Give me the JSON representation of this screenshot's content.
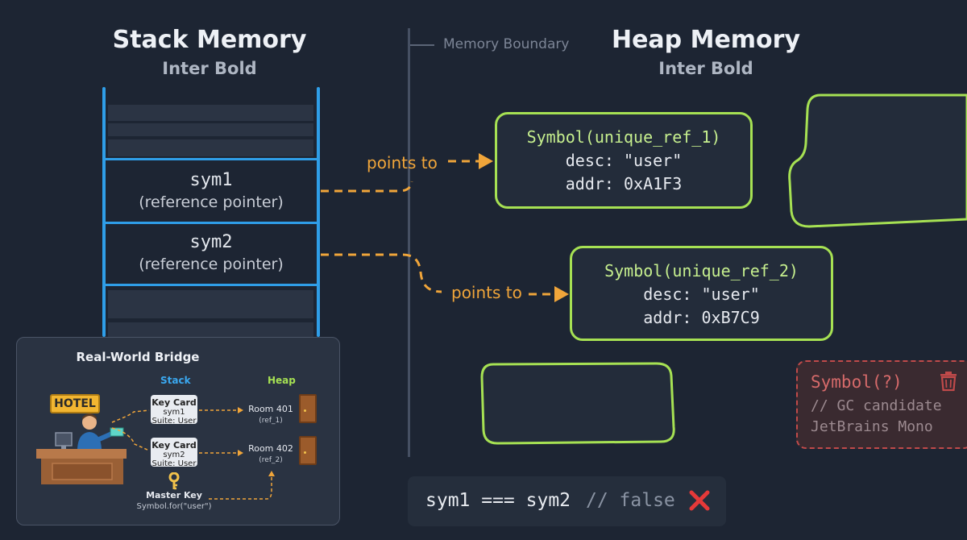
{
  "stack": {
    "title": "Stack Memory",
    "subtitle": "Inter Bold",
    "slots": [
      {
        "name": "sym1",
        "sub": "(reference pointer)"
      },
      {
        "name": "sym2",
        "sub": "(reference pointer)"
      }
    ]
  },
  "boundary": {
    "label": "Memory Boundary"
  },
  "heap": {
    "title": "Heap Memory",
    "subtitle": "Inter Bold",
    "objects": [
      {
        "symbol": "Symbol(unique_ref_1)",
        "desc": "desc: \"user\"",
        "addr": "addr: 0xA1F3"
      },
      {
        "symbol": "Symbol(unique_ref_2)",
        "desc": "desc: \"user\"",
        "addr": "addr: 0xB7C9"
      }
    ]
  },
  "arrows": {
    "label_1": "points to",
    "label_2": "points to"
  },
  "gc": {
    "symbol": "Symbol(?)",
    "comment": "// GC candidate",
    "font_note": "JetBrains Mono"
  },
  "comparison": {
    "code": "sym1 === sym2",
    "comment": "// false"
  },
  "bridge": {
    "title": "Real-World Bridge",
    "stack_label": "Stack",
    "heap_label": "Heap",
    "hotel_sign": "HOTEL",
    "cards": [
      {
        "title": "Key Card",
        "line1": "sym1",
        "line2": "Suite: User"
      },
      {
        "title": "Key Card",
        "line1": "sym2",
        "line2": "Suite: User"
      }
    ],
    "rooms": [
      {
        "name": "Room 401",
        "ref": "(ref_1)"
      },
      {
        "name": "Room 402",
        "ref": "(ref_2)"
      }
    ],
    "master_key": "Master Key",
    "master_key_code": "Symbol.for(\"user\")"
  },
  "colors": {
    "background": "#1d2533",
    "stack_accent": "#2f9ee8",
    "heap_accent": "#a6e153",
    "pointer": "#f0a53a",
    "gc_accent": "#c04a4a"
  }
}
